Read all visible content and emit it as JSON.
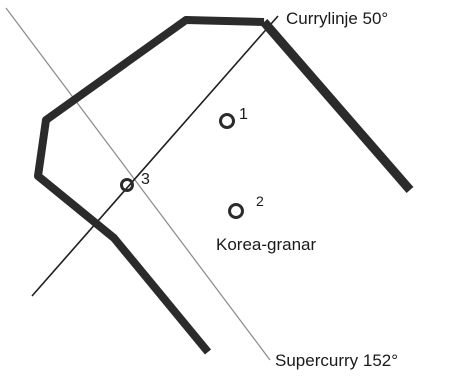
{
  "colors": {
    "wall": "#2b2b2b",
    "curry_line": "#1e1e1e",
    "supercurry_line": "#8a8a8a",
    "background": "#ffffff"
  },
  "labels": {
    "curry_line": "Currylinje 50°",
    "supercurry_line": "Supercurry 152°",
    "korea_granar": "Korea-granar"
  },
  "points": [
    {
      "label": "1"
    },
    {
      "label": "2"
    },
    {
      "label": "3"
    }
  ]
}
